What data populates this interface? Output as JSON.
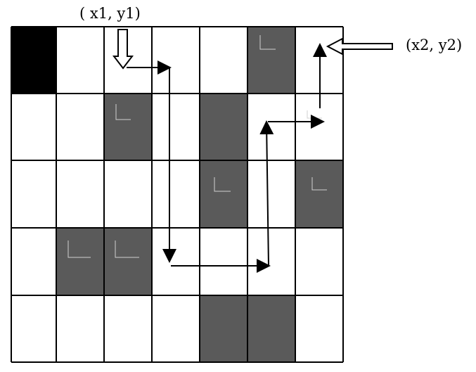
{
  "grid": {
    "rows": 5,
    "cols": 7,
    "cells": [
      [
        "start",
        "free",
        "free",
        "free",
        "free",
        "obstacle",
        "free"
      ],
      [
        "free",
        "free",
        "obstacle",
        "free",
        "obstacle",
        "free",
        "free"
      ],
      [
        "free",
        "free",
        "free",
        "free",
        "obstacle",
        "free",
        "obstacle"
      ],
      [
        "free",
        "obstacle",
        "obstacle",
        "free",
        "free",
        "free",
        "free"
      ],
      [
        "free",
        "free",
        "free",
        "free",
        "obstacle",
        "obstacle",
        "free"
      ]
    ]
  },
  "colors": {
    "start": "#000000",
    "obstacle": "#5a5a5a",
    "free": "#ffffff"
  },
  "labels": {
    "start": "( x1, y1)",
    "goal": "(x2, y2)"
  }
}
